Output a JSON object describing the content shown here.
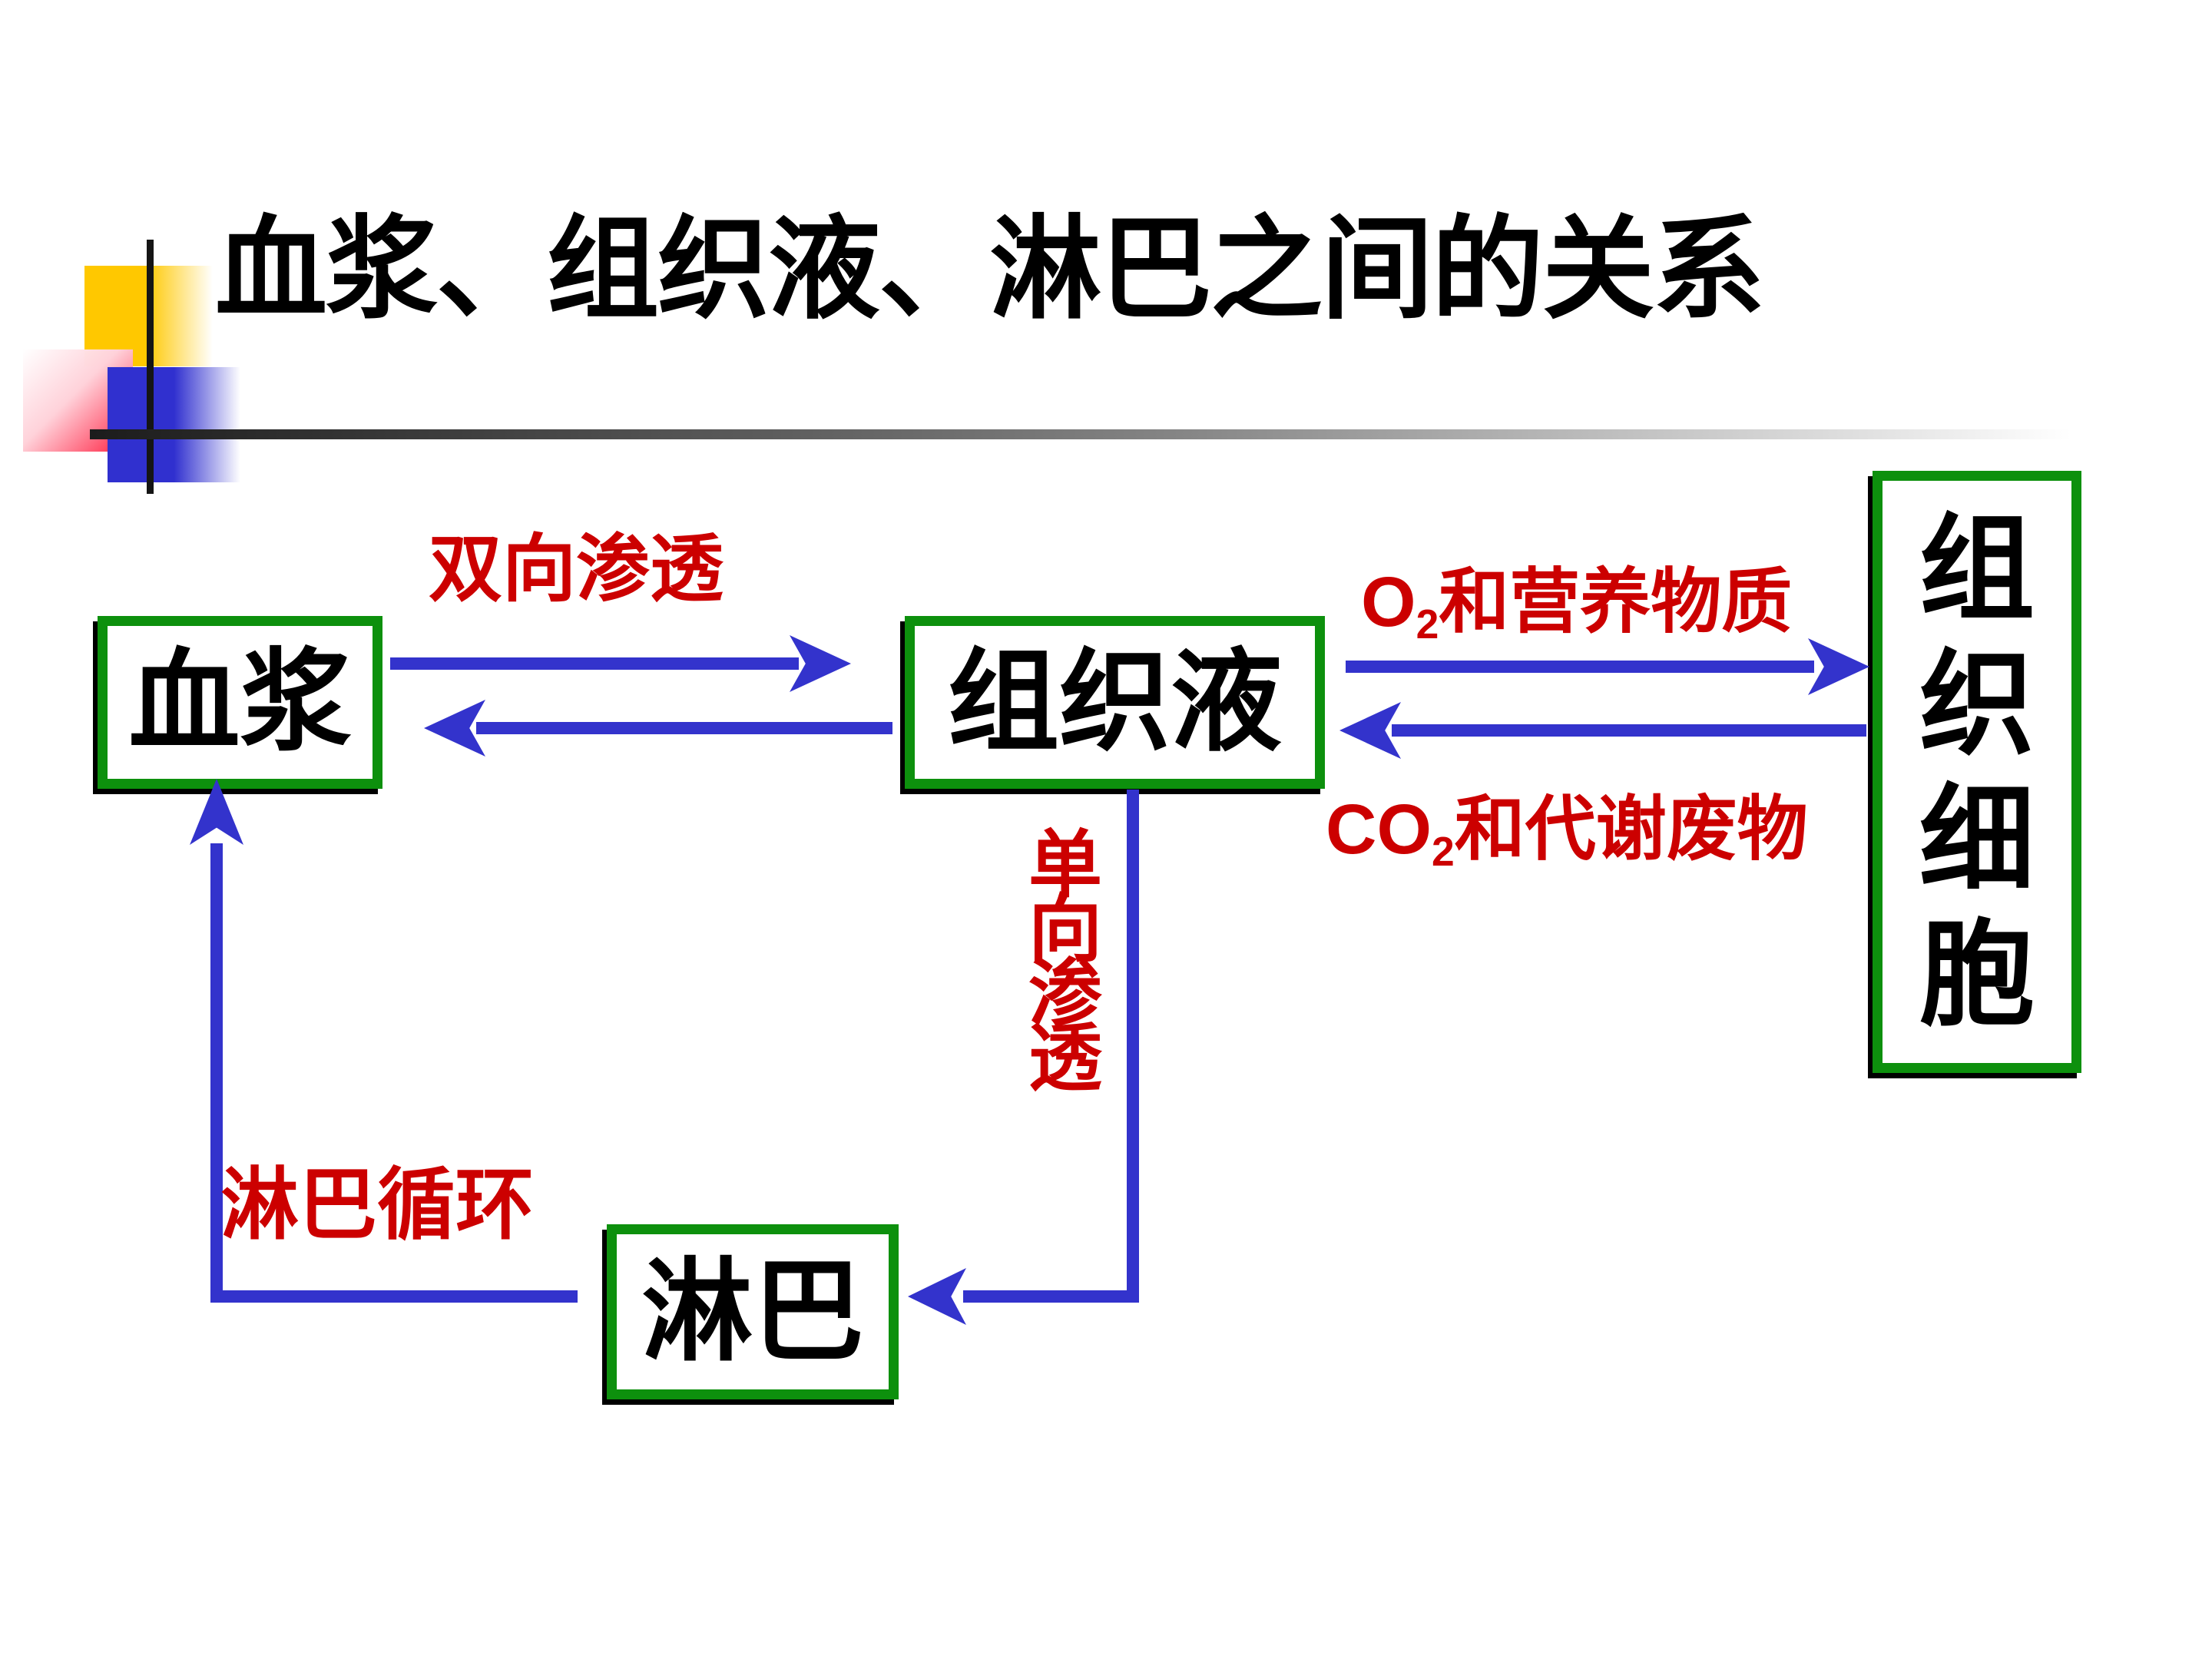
{
  "slide": {
    "title": "血浆、组织液、淋巴之间的关系",
    "colors": {
      "box_border_green": "#0d900d",
      "arrow_blue": "#3333cc",
      "label_red": "#cc0000",
      "title_black": "#000000",
      "decor_yellow": "#ffc800",
      "decor_blue": "#3030cf",
      "decor_red_pink": "#ff1a3c",
      "divider_gray": "#4a4a4a"
    },
    "nodes": [
      {
        "id": "plasma",
        "label": "血浆"
      },
      {
        "id": "tissue-fluid",
        "label": "组织液"
      },
      {
        "id": "tissue-cells",
        "label": "组织细胞",
        "chars": [
          "组",
          "织",
          "细",
          "胞"
        ]
      },
      {
        "id": "lymph",
        "label": "淋巴"
      }
    ],
    "labels": {
      "two_way": "双向渗透",
      "o2": {
        "pre": "O",
        "sub": "2",
        "rest": "和营养物质"
      },
      "co2": {
        "pre": "CO",
        "sub": "2",
        "rest": "和代谢废物"
      },
      "one_way_chars": [
        "单",
        "向",
        "渗",
        "透"
      ],
      "lymph_cycle": "淋巴循环"
    },
    "edges": [
      {
        "from": "血浆",
        "to": "组织液",
        "label": "双向渗透",
        "bidirectional": true
      },
      {
        "from": "组织液",
        "to": "组织细胞",
        "label": "O2和营养物质",
        "bidirectional": false
      },
      {
        "from": "组织细胞",
        "to": "组织液",
        "label": "CO2和代谢废物",
        "bidirectional": false
      },
      {
        "from": "组织液",
        "to": "淋巴",
        "label": "单向渗透",
        "bidirectional": false
      },
      {
        "from": "淋巴",
        "to": "血浆",
        "label": "淋巴循环",
        "bidirectional": false
      }
    ]
  }
}
